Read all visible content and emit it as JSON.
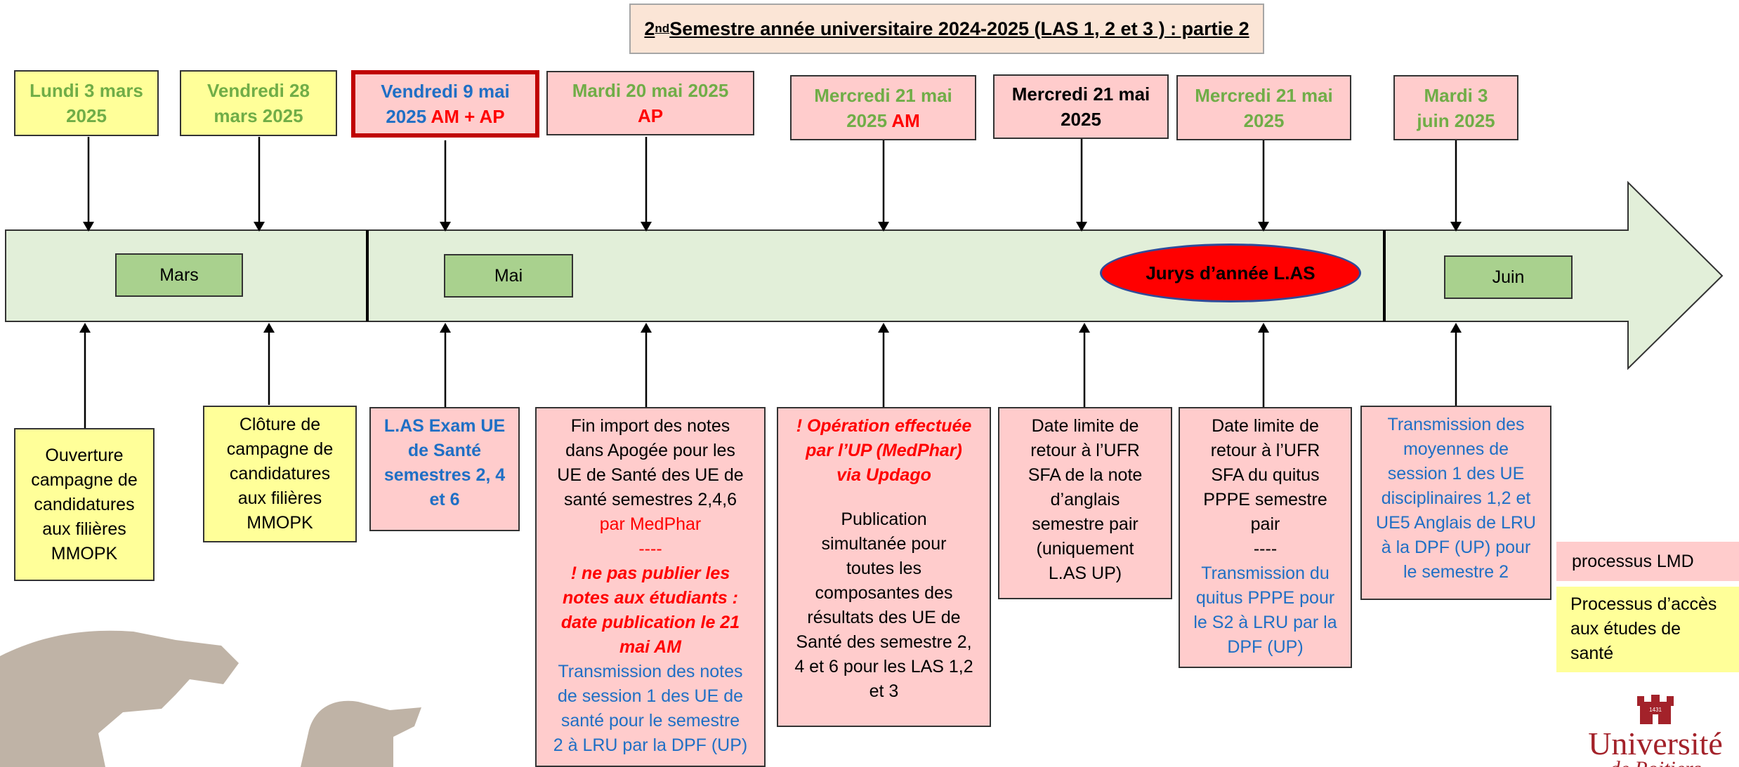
{
  "title": {
    "pre": "2",
    "sup": "nd",
    "rest": " Semestre année universitaire 2024-2025 (LAS 1, 2 et 3 ) : partie 2"
  },
  "months": [
    "Mars",
    "Mai",
    "Jurys d’année L.AS",
    "Juin"
  ],
  "top": [
    {
      "l1": "Lundi 3 mars",
      "l2": "2025"
    },
    {
      "l1": "Vendredi 28",
      "l2": "mars 2025"
    },
    {
      "l1": "Vendredi 9 mai",
      "l2a": "2025",
      "l2b": " AM + AP"
    },
    {
      "l1": "Mardi 20 mai 2025",
      "l2": "AP"
    },
    {
      "l1": "Mercredi 21 mai",
      "l2a": "2025",
      "l2b": " AM"
    },
    {
      "l1": "Mercredi 21 mai",
      "l2": "2025"
    },
    {
      "l1": "Mercredi 21 mai",
      "l2": "2025"
    },
    {
      "l1": "Mardi 3",
      "l2": "juin 2025"
    }
  ],
  "bottom": {
    "b1": [
      "Ouverture",
      "campagne de",
      "candidatures",
      "aux filières",
      "MMOPK"
    ],
    "b2": [
      "Clôture de",
      "campagne de",
      "candidatures",
      "aux filières",
      "MMOPK"
    ],
    "b3": [
      "L.AS Exam UE",
      "de Santé",
      "semestres 2, 4",
      "et 6"
    ],
    "b4": {
      "black": [
        "Fin import des notes",
        "dans Apogée pour les",
        "UE de Santé des UE de",
        "santé semestres 2,4,6"
      ],
      "red": [
        "par MedPhar",
        "----"
      ],
      "redital": [
        "! ne pas publier les",
        "notes aux étudiants :",
        "date publication le 21",
        "mai AM"
      ],
      "blue": [
        "Transmission des notes",
        "de session 1 des UE de",
        "santé pour le semestre",
        "2 à LRU par la DPF (UP)"
      ]
    },
    "b5": {
      "redital": [
        "! Opération effectuée",
        "par l’UP (MedPhar)",
        "via Updago"
      ],
      "black": [
        "Publication",
        "simultanée pour",
        "toutes les",
        "composantes  des",
        "résultats des UE de",
        "Santé des semestre 2,",
        "4 et 6 pour les LAS 1,2",
        "et 3"
      ]
    },
    "b6": [
      "Date limite de",
      "retour à l’UFR",
      "SFA de la note",
      "d’anglais",
      "semestre pair",
      "(uniquement",
      "L.AS UP)"
    ],
    "b7": {
      "black": [
        "Date limite de",
        "retour à l’UFR",
        "SFA du quitus",
        "PPPE semestre",
        "pair",
        "----"
      ],
      "blue": [
        "Transmission du",
        "quitus PPPE pour",
        "le S2 à LRU par la",
        "DPF (UP)"
      ]
    },
    "b8": [
      "Transmission des",
      "moyennes de",
      "session 1 des UE",
      "disciplinaires 1,2 et",
      "UE5 Anglais de LRU",
      "à la DPF (UP) pour",
      "le semestre 2"
    ]
  },
  "legend": {
    "lmd": "processus LMD",
    "sante": [
      "Processus d’accès",
      "aux études de",
      "santé"
    ]
  },
  "logo": {
    "year": "1431",
    "word": "Université",
    "sub": "de Poitiers"
  },
  "colors": {
    "arrow": "#e2efd9",
    "month": "#a9d18e",
    "pink": "#ffcccc",
    "yellow": "#ffff99",
    "green": "#70ad47",
    "blue": "#1f6fc5",
    "red": "#ff0000"
  }
}
